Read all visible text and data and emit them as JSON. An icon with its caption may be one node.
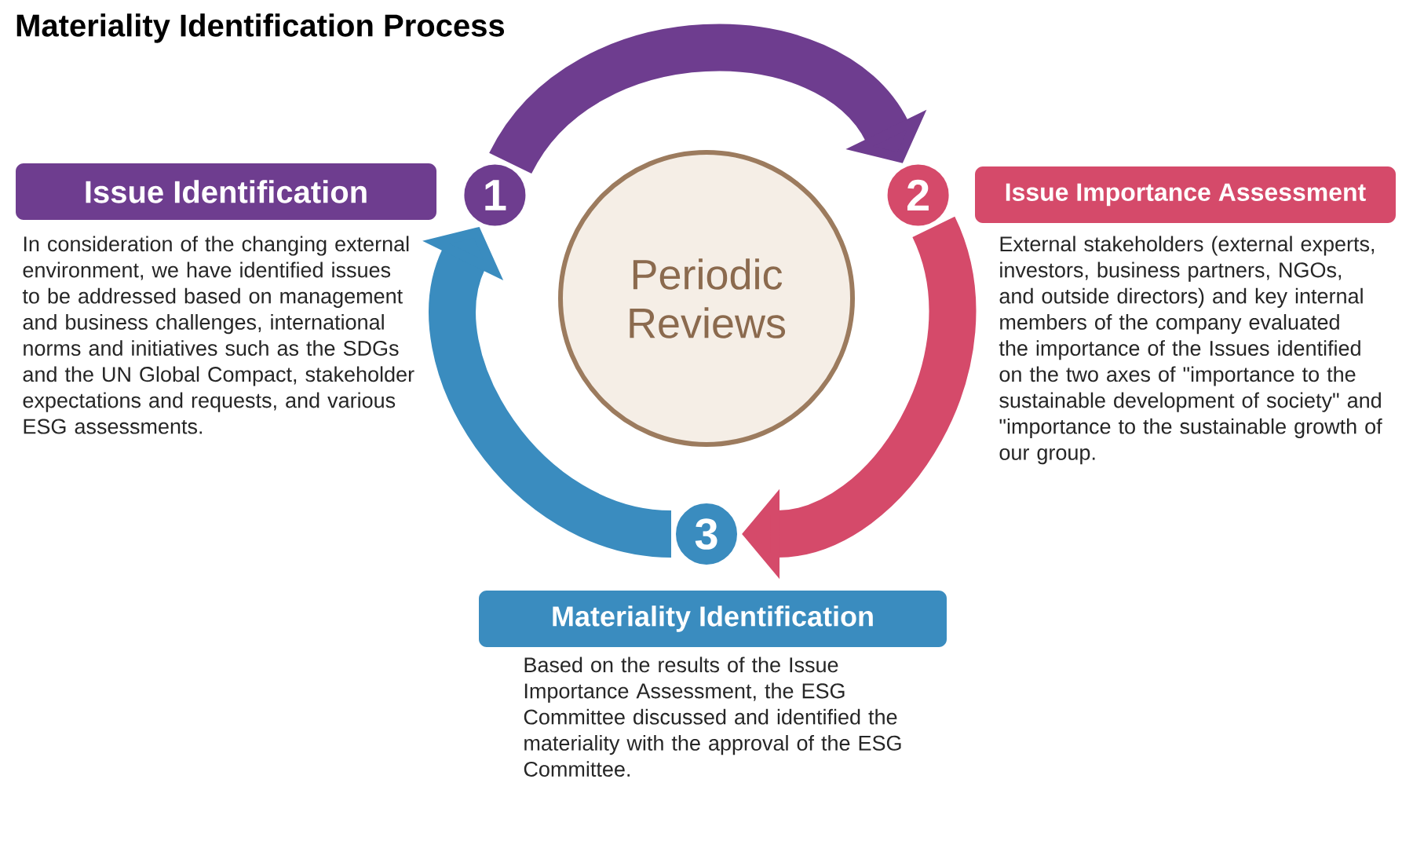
{
  "diagram": {
    "title": "Materiality Identification Process",
    "nodes": [
      {
        "text": [
          "Issue Identification",
          "In consideration of the changing external environment, we have identified issues to be addressed based on management and business challenges, international norms and initiatives such as the SDGs and the UN Global Compact, stakeholder expectations and requests, and various ESG assessments."
        ]
      },
      {
        "text": [
          "Issue Importance Assessment",
          "External stakeholders (external experts, investors, business partners, NGOs, and outside directors) and key internal members of the company evaluated the importance of the Issues identified on the two axes of \"importance to the sustainable development of society\" and \"importance to the sustainable growth of our group."
        ]
      },
      {
        "text": [
          "Materiality Identification",
          "Based on the results of the Issue Importance Assessment, the ESG Committee discussed and identified the materiality with the approval of the ESG Committee."
        ]
      },
      {
        "text": [
          "Periodic Reviews"
        ]
      },
      {
        "text": [
          "1"
        ]
      },
      {
        "text": [
          "2"
        ]
      },
      {
        "text": [
          "3"
        ]
      }
    ],
    "edges": [
      {
        "from": 4,
        "to": 5,
        "arrow": "to",
        "color": "#6e3d8f"
      },
      {
        "from": 5,
        "to": 6,
        "arrow": "to",
        "color": "#d54a6a"
      },
      {
        "from": 6,
        "to": 4,
        "arrow": "to",
        "color": "#3a8cbf"
      }
    ]
  }
}
